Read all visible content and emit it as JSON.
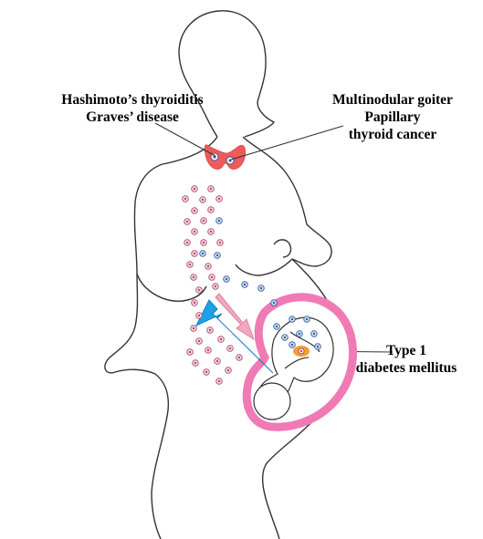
{
  "labels": {
    "autoimmune": [
      "Hashimoto’s thyroiditis",
      "Graves’ disease"
    ],
    "thyroid_tumors": [
      "Multinodular goiter",
      "Papillary",
      "thyroid cancer"
    ],
    "fetal": [
      "Type 1",
      "diabetes mellitus"
    ]
  },
  "colors": {
    "outline": "#333333",
    "thyroid": "#ef5a5a",
    "uterus": "#f07ab4",
    "cell_pink_fill": "#f3dce3",
    "cell_pink_nucleus": "#b04a6a",
    "cell_blue_fill": "#c9dff3",
    "cell_blue_nucleus": "#3a5fa0",
    "arrow_fetus_to_mother": "#1aa3e8",
    "arrow_mother_to_fetus": "#f2a7bf",
    "fetal_pancreas": "#f0a030"
  },
  "icons": {
    "thyroid": "thyroid-gland-icon",
    "cell_maternal": "maternal-cell-icon",
    "cell_fetal": "fetal-cell-icon"
  }
}
